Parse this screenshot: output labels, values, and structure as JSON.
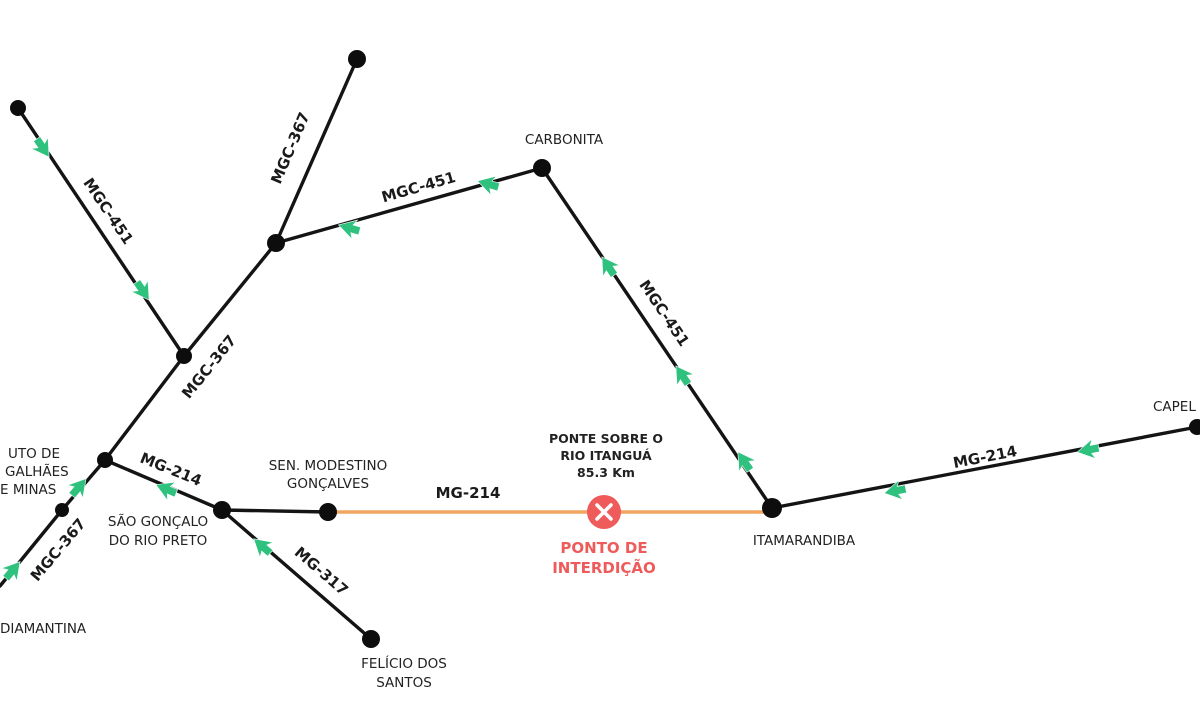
{
  "roads": {
    "mgc451_north": "MGC-451",
    "mgc367_north": "MGC-367",
    "mgc451_carbonita": "MGC-451",
    "mgc451_east": "MGC-451",
    "mgc367_mid": "MGC-367",
    "mgc367_south": "MGC-367",
    "mg214_west": "MG-214",
    "mg214_closed": "MG-214",
    "mg214_east": "MG-214",
    "mg317": "MG-317"
  },
  "cities": {
    "carbonita": "CARBONITA",
    "capelinha_partial": "CAPEL",
    "itamarandiba": "ITAMARANDIBA",
    "sen_modestino_1": "SEN. MODESTINO",
    "sen_modestino_2": "GONÇALVES",
    "sao_goncalo_1": "SÃO GONÇALO",
    "sao_goncalo_2": "DO RIO PRETO",
    "felicio_1": "FELÍCIO DOS",
    "felicio_2": "SANTOS",
    "diamantina_partial": "DIAMANTINA",
    "couto_1": "UTO DE",
    "couto_2": "GALHÃES",
    "couto_3": "E MINAS"
  },
  "bridge": {
    "line1": "PONTE SOBRE O",
    "line2": "RIO ITANGUÁ",
    "distance": "85.3 Km"
  },
  "closure": {
    "line1": "PONTO DE",
    "line2": "INTERDIÇÃO"
  },
  "colors": {
    "road": "#141414",
    "closed_road": "#f2a561",
    "arrow": "#2ec27e",
    "closure": "#ef5a5a"
  },
  "icons": {
    "closure_marker": "x-circle-icon",
    "direction_marker": "arrow-icon"
  }
}
